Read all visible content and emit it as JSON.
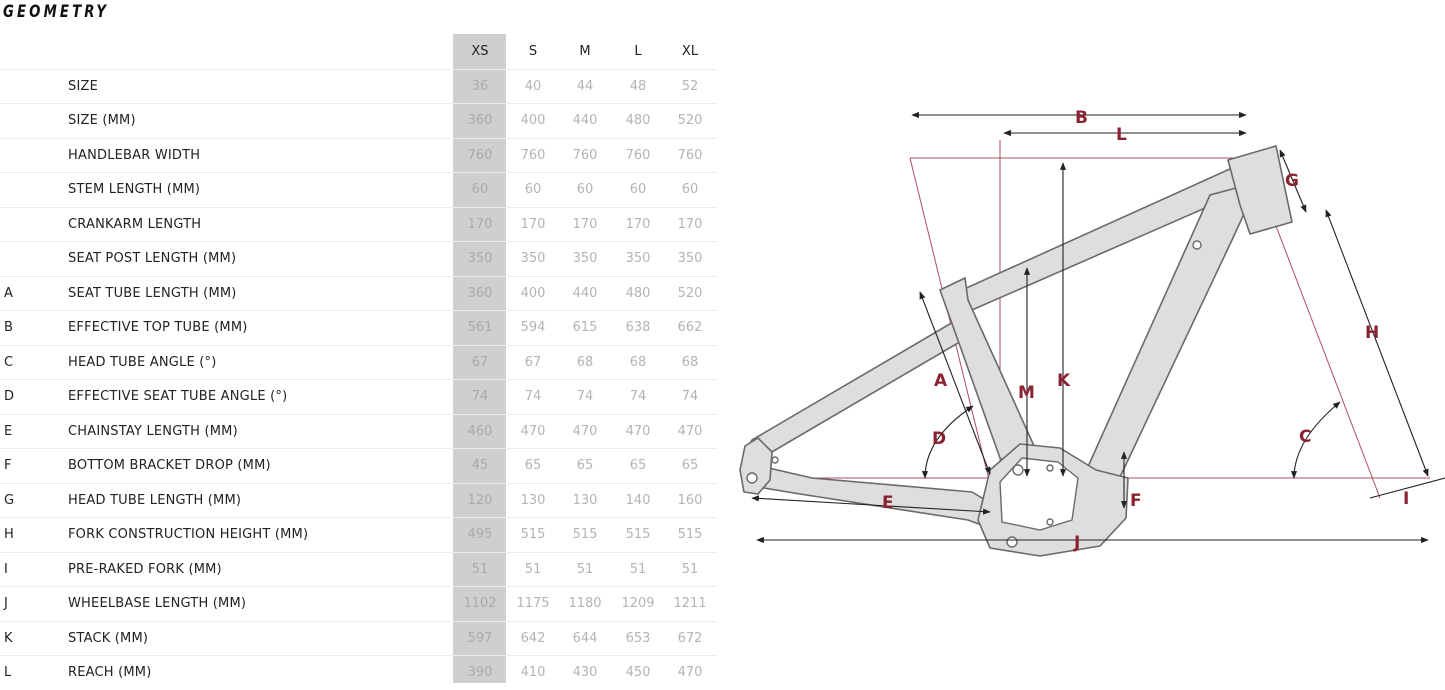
{
  "title": "GEOMETRY",
  "sizes": [
    "XS",
    "S",
    "M",
    "L",
    "XL"
  ],
  "rows": [
    {
      "letter": "",
      "label": "SIZE",
      "values": [
        "36",
        "40",
        "44",
        "48",
        "52"
      ]
    },
    {
      "letter": "",
      "label": "SIZE (MM)",
      "values": [
        "360",
        "400",
        "440",
        "480",
        "520"
      ]
    },
    {
      "letter": "",
      "label": "HANDLEBAR WIDTH",
      "values": [
        "760",
        "760",
        "760",
        "760",
        "760"
      ]
    },
    {
      "letter": "",
      "label": "STEM LENGTH (MM)",
      "values": [
        "60",
        "60",
        "60",
        "60",
        "60"
      ]
    },
    {
      "letter": "",
      "label": "CRANKARM LENGTH",
      "values": [
        "170",
        "170",
        "170",
        "170",
        "170"
      ]
    },
    {
      "letter": "",
      "label": "SEAT POST LENGTH (MM)",
      "values": [
        "350",
        "350",
        "350",
        "350",
        "350"
      ]
    },
    {
      "letter": "A",
      "label": "SEAT TUBE LENGTH (MM)",
      "values": [
        "360",
        "400",
        "440",
        "480",
        "520"
      ]
    },
    {
      "letter": "B",
      "label": "EFFECTIVE TOP TUBE (MM)",
      "values": [
        "561",
        "594",
        "615",
        "638",
        "662"
      ]
    },
    {
      "letter": "C",
      "label": "HEAD TUBE ANGLE (°)",
      "values": [
        "67",
        "67",
        "68",
        "68",
        "68"
      ]
    },
    {
      "letter": "D",
      "label": "EFFECTIVE SEAT TUBE ANGLE (°)",
      "values": [
        "74",
        "74",
        "74",
        "74",
        "74"
      ]
    },
    {
      "letter": "E",
      "label": "CHAINSTAY LENGTH (MM)",
      "values": [
        "460",
        "470",
        "470",
        "470",
        "470"
      ]
    },
    {
      "letter": "F",
      "label": "BOTTOM BRACKET DROP (MM)",
      "values": [
        "45",
        "65",
        "65",
        "65",
        "65"
      ]
    },
    {
      "letter": "G",
      "label": "HEAD TUBE LENGTH (MM)",
      "values": [
        "120",
        "130",
        "130",
        "140",
        "160"
      ]
    },
    {
      "letter": "H",
      "label": "FORK CONSTRUCTION HEIGHT (MM)",
      "values": [
        "495",
        "515",
        "515",
        "515",
        "515"
      ]
    },
    {
      "letter": "I",
      "label": "PRE-RAKED FORK (MM)",
      "values": [
        "51",
        "51",
        "51",
        "51",
        "51"
      ]
    },
    {
      "letter": "J",
      "label": "WHEELBASE LENGTH (MM)",
      "values": [
        "1102",
        "1175",
        "1180",
        "1209",
        "1211"
      ]
    },
    {
      "letter": "K",
      "label": "STACK (MM)",
      "values": [
        "597",
        "642",
        "644",
        "653",
        "672"
      ]
    },
    {
      "letter": "L",
      "label": "REACH (MM)",
      "values": [
        "390",
        "410",
        "430",
        "450",
        "470"
      ]
    }
  ],
  "diagram": {
    "labels": {
      "A": "A",
      "B": "B",
      "C": "C",
      "D": "D",
      "E": "E",
      "F": "F",
      "G": "G",
      "H": "H",
      "I": "I",
      "J": "J",
      "K": "K",
      "L": "L",
      "M": "M"
    },
    "colors": {
      "frame_fill": "#dedede",
      "frame_stroke": "#6a6a6a",
      "dimension": "#8b2232",
      "guide": "#b04c5c",
      "arrow": "#222222"
    }
  }
}
